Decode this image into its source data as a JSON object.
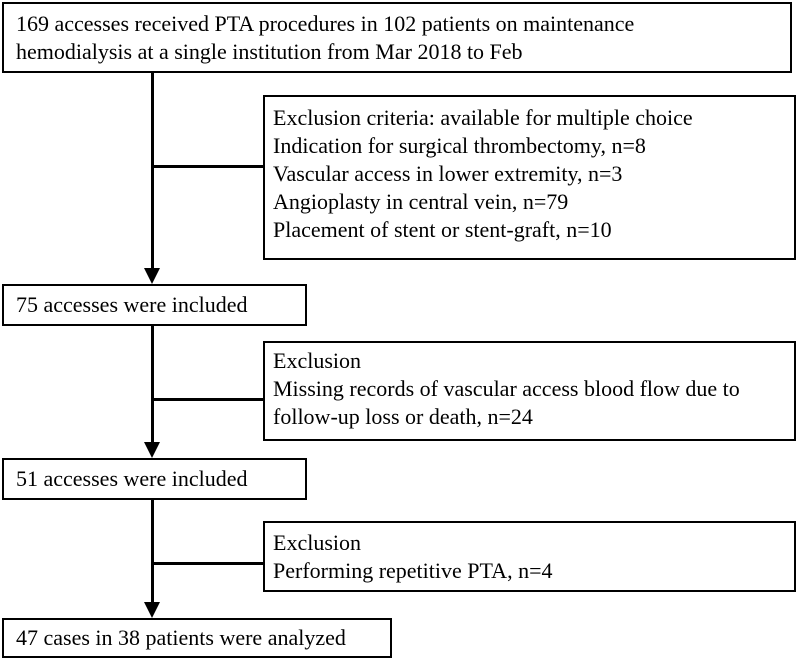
{
  "flowchart": {
    "start_box": {
      "lines": [
        "169 accesses received PTA procedures in 102 patients on maintenance",
        "hemodialysis at a single institution from Mar 2018 to Feb"
      ]
    },
    "exclusion_1": {
      "lines": [
        "Exclusion criteria: available for multiple choice",
        "Indication for surgical thrombectomy, n=8",
        "Vascular access in lower extremity, n=3",
        "Angioplasty in central vein, n=79",
        "Placement of stent or stent-graft, n=10"
      ]
    },
    "included_1": {
      "text": "75 accesses were included"
    },
    "exclusion_2": {
      "lines": [
        "Exclusion",
        "Missing records of vascular access blood flow due to",
        "follow-up loss or death, n=24"
      ]
    },
    "included_2": {
      "text": "51 accesses were included"
    },
    "exclusion_3": {
      "lines": [
        "Exclusion",
        "Performing repetitive PTA, n=4"
      ]
    },
    "final_box": {
      "text": "47 cases in 38 patients were analyzed"
    }
  }
}
